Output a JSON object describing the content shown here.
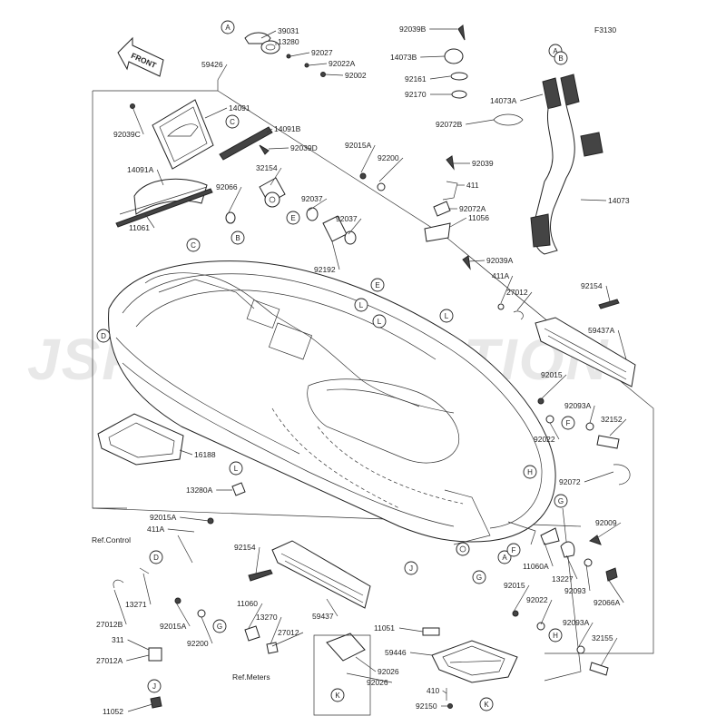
{
  "diagram": {
    "code": "F3130",
    "front_label": "FRONT",
    "watermark": "JSP CORPORATION",
    "ref_labels": {
      "ref_control": "Ref.Control",
      "ref_meters": "Ref.Meters"
    },
    "part_numbers": [
      "39031",
      "13280",
      "92027",
      "92022A",
      "92002",
      "59426",
      "14091",
      "92039C",
      "14091B",
      "92039D",
      "14091A",
      "11061",
      "92066",
      "32154",
      "92037",
      "92192",
      "92015A",
      "92200",
      "92039B",
      "14073B",
      "92161",
      "92170",
      "14073A",
      "92072B",
      "14073",
      "92039",
      "411",
      "92072A",
      "11056",
      "92039A",
      "411A",
      "27012",
      "92154",
      "59437A",
      "92015",
      "92093A",
      "32152",
      "92022",
      "16188",
      "13280A",
      "92072",
      "11060A",
      "13227",
      "92009",
      "92093",
      "92066A",
      "59437",
      "13271",
      "27012B",
      "311",
      "27012A",
      "11052",
      "11060",
      "13270",
      "11051",
      "59446",
      "92026",
      "410",
      "92150",
      "32155"
    ],
    "callouts": [
      "A",
      "B",
      "C",
      "D",
      "E",
      "F",
      "G",
      "H",
      "J",
      "K",
      "L"
    ]
  }
}
